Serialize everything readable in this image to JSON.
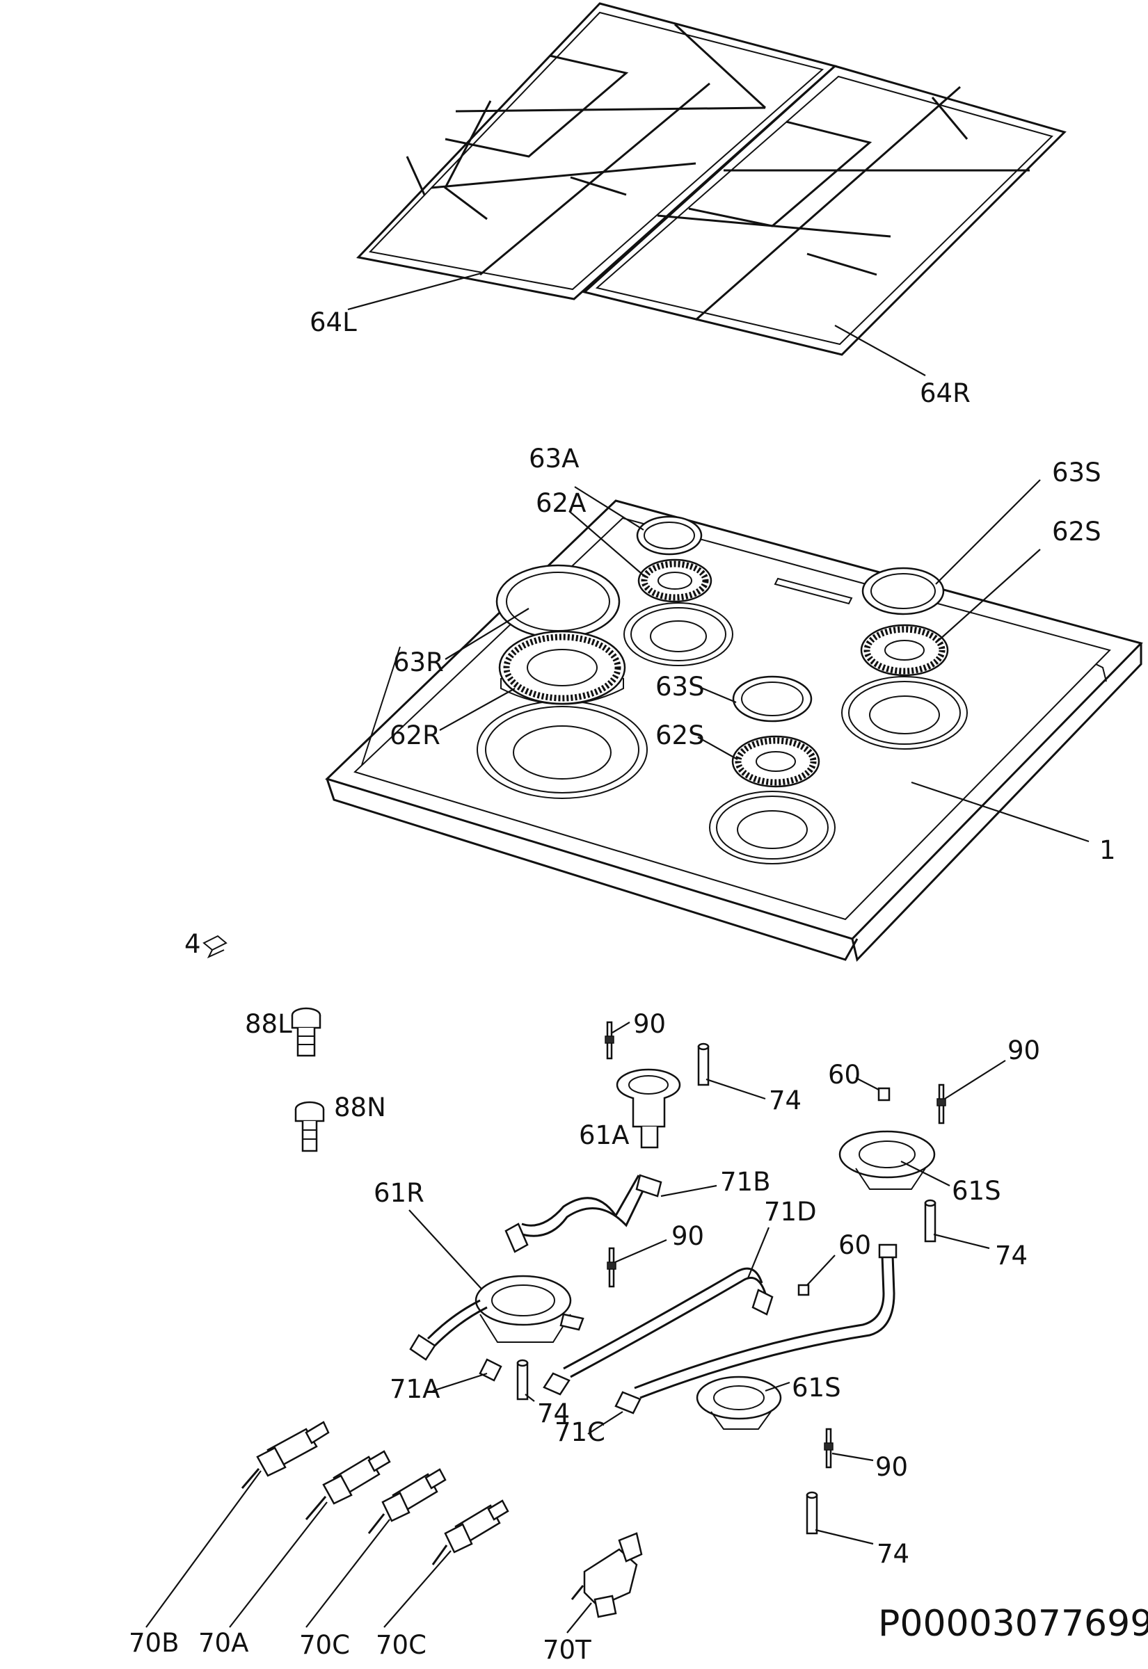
{
  "labels": {
    "grate_left": "64L",
    "grate_right": "64R",
    "cap_a": "63A",
    "crown_a": "62A",
    "cap_s_top": "63S",
    "crown_s_top": "62S",
    "cap_r": "63R",
    "crown_r": "62R",
    "cap_s_mid": "63S",
    "crown_s_mid": "62S",
    "hob": "1",
    "clip": "4",
    "nozzle_l": "88L",
    "nozzle_n": "88N",
    "thermo_a": "90",
    "ignition_a": "74",
    "cup_a": "61A",
    "nut_top": "60",
    "thermo_top_r": "90",
    "cup_s_top": "61S",
    "ignition_top_r": "74",
    "cup_r": "61R",
    "pipe_b": "71B",
    "thermo_mid": "90",
    "pipe_d": "71D",
    "nut_mid": "60",
    "pipe_a": "71A",
    "ignition_mid": "74",
    "pipe_c": "71C",
    "cup_s_bottom": "61S",
    "thermo_bottom": "90",
    "ignition_bottom": "74",
    "tap_b": "70B",
    "tap_a": "70A",
    "tap_c1": "70C",
    "tap_c2": "70C",
    "tap_t": "70T"
  },
  "drawing_code": "P00003077699"
}
